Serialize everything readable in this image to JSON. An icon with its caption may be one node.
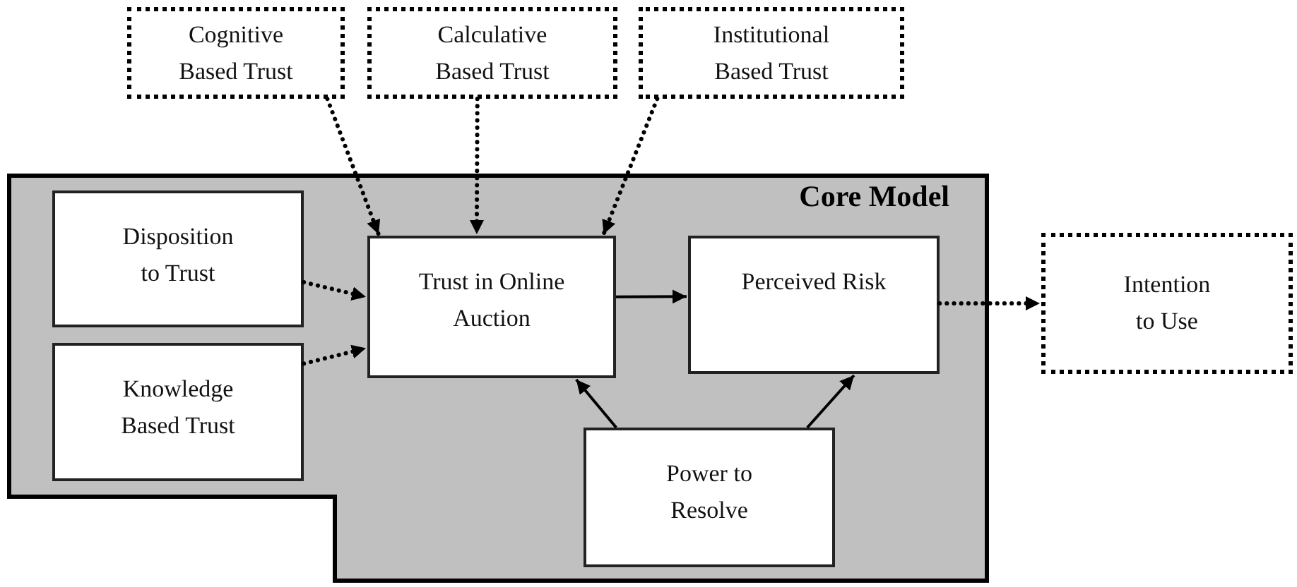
{
  "diagram": {
    "nodes": [
      {
        "text": [
          "Cognitive Based Trust"
        ]
      },
      {
        "text": [
          "Calculative Based Trust"
        ]
      },
      {
        "text": [
          "Institutional Based Trust"
        ]
      },
      {
        "text": [
          "Core Model"
        ]
      },
      {
        "text": [
          "Disposition to Trust"
        ],
        "in": 3
      },
      {
        "text": [
          "Knowledge Based Trust"
        ],
        "in": 3
      },
      {
        "text": [
          "Trust in Online Auction"
        ],
        "in": 3
      },
      {
        "text": [
          "Perceived Risk"
        ],
        "in": 3
      },
      {
        "text": [
          "Power to Resolve"
        ],
        "in": 3
      },
      {
        "text": [
          "Intention to Use"
        ]
      }
    ],
    "edges": [
      {
        "from": 0,
        "to": 6,
        "arrow": "to",
        "style": "dashed"
      },
      {
        "from": 1,
        "to": 6,
        "arrow": "to",
        "style": "dashed"
      },
      {
        "from": 2,
        "to": 6,
        "arrow": "to",
        "style": "dashed"
      },
      {
        "from": 4,
        "to": 6,
        "arrow": "to",
        "style": "dashed"
      },
      {
        "from": 5,
        "to": 6,
        "arrow": "to",
        "style": "dashed"
      },
      {
        "from": 6,
        "to": 7,
        "arrow": "to"
      },
      {
        "from": 8,
        "to": 6,
        "arrow": "to"
      },
      {
        "from": 8,
        "to": 7,
        "arrow": "to"
      },
      {
        "from": 7,
        "to": 9,
        "arrow": "to",
        "style": "dashed"
      }
    ]
  }
}
